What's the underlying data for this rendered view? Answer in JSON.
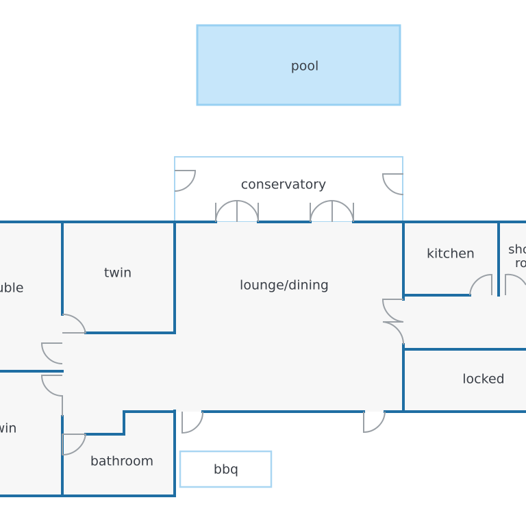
{
  "colors": {
    "wall": "#1f6ea3",
    "light_wall": "#a9d6f2",
    "pool_fill": "#c6e6fa",
    "pool_stroke": "#98d0f2",
    "floor": "#f7f7f7",
    "door": "#9aa0a6",
    "text": "#3a3f47"
  },
  "rooms": {
    "pool": "pool",
    "conservatory": "conservatory",
    "twin_upper": "twin",
    "double": "uble",
    "twin_lower": "win",
    "lounge": "lounge/dining",
    "kitchen": "kitchen",
    "shower_line1": "sho",
    "shower_line2": "ro",
    "locked": "locked",
    "bathroom": "bathroom",
    "bbq": "bbq"
  }
}
